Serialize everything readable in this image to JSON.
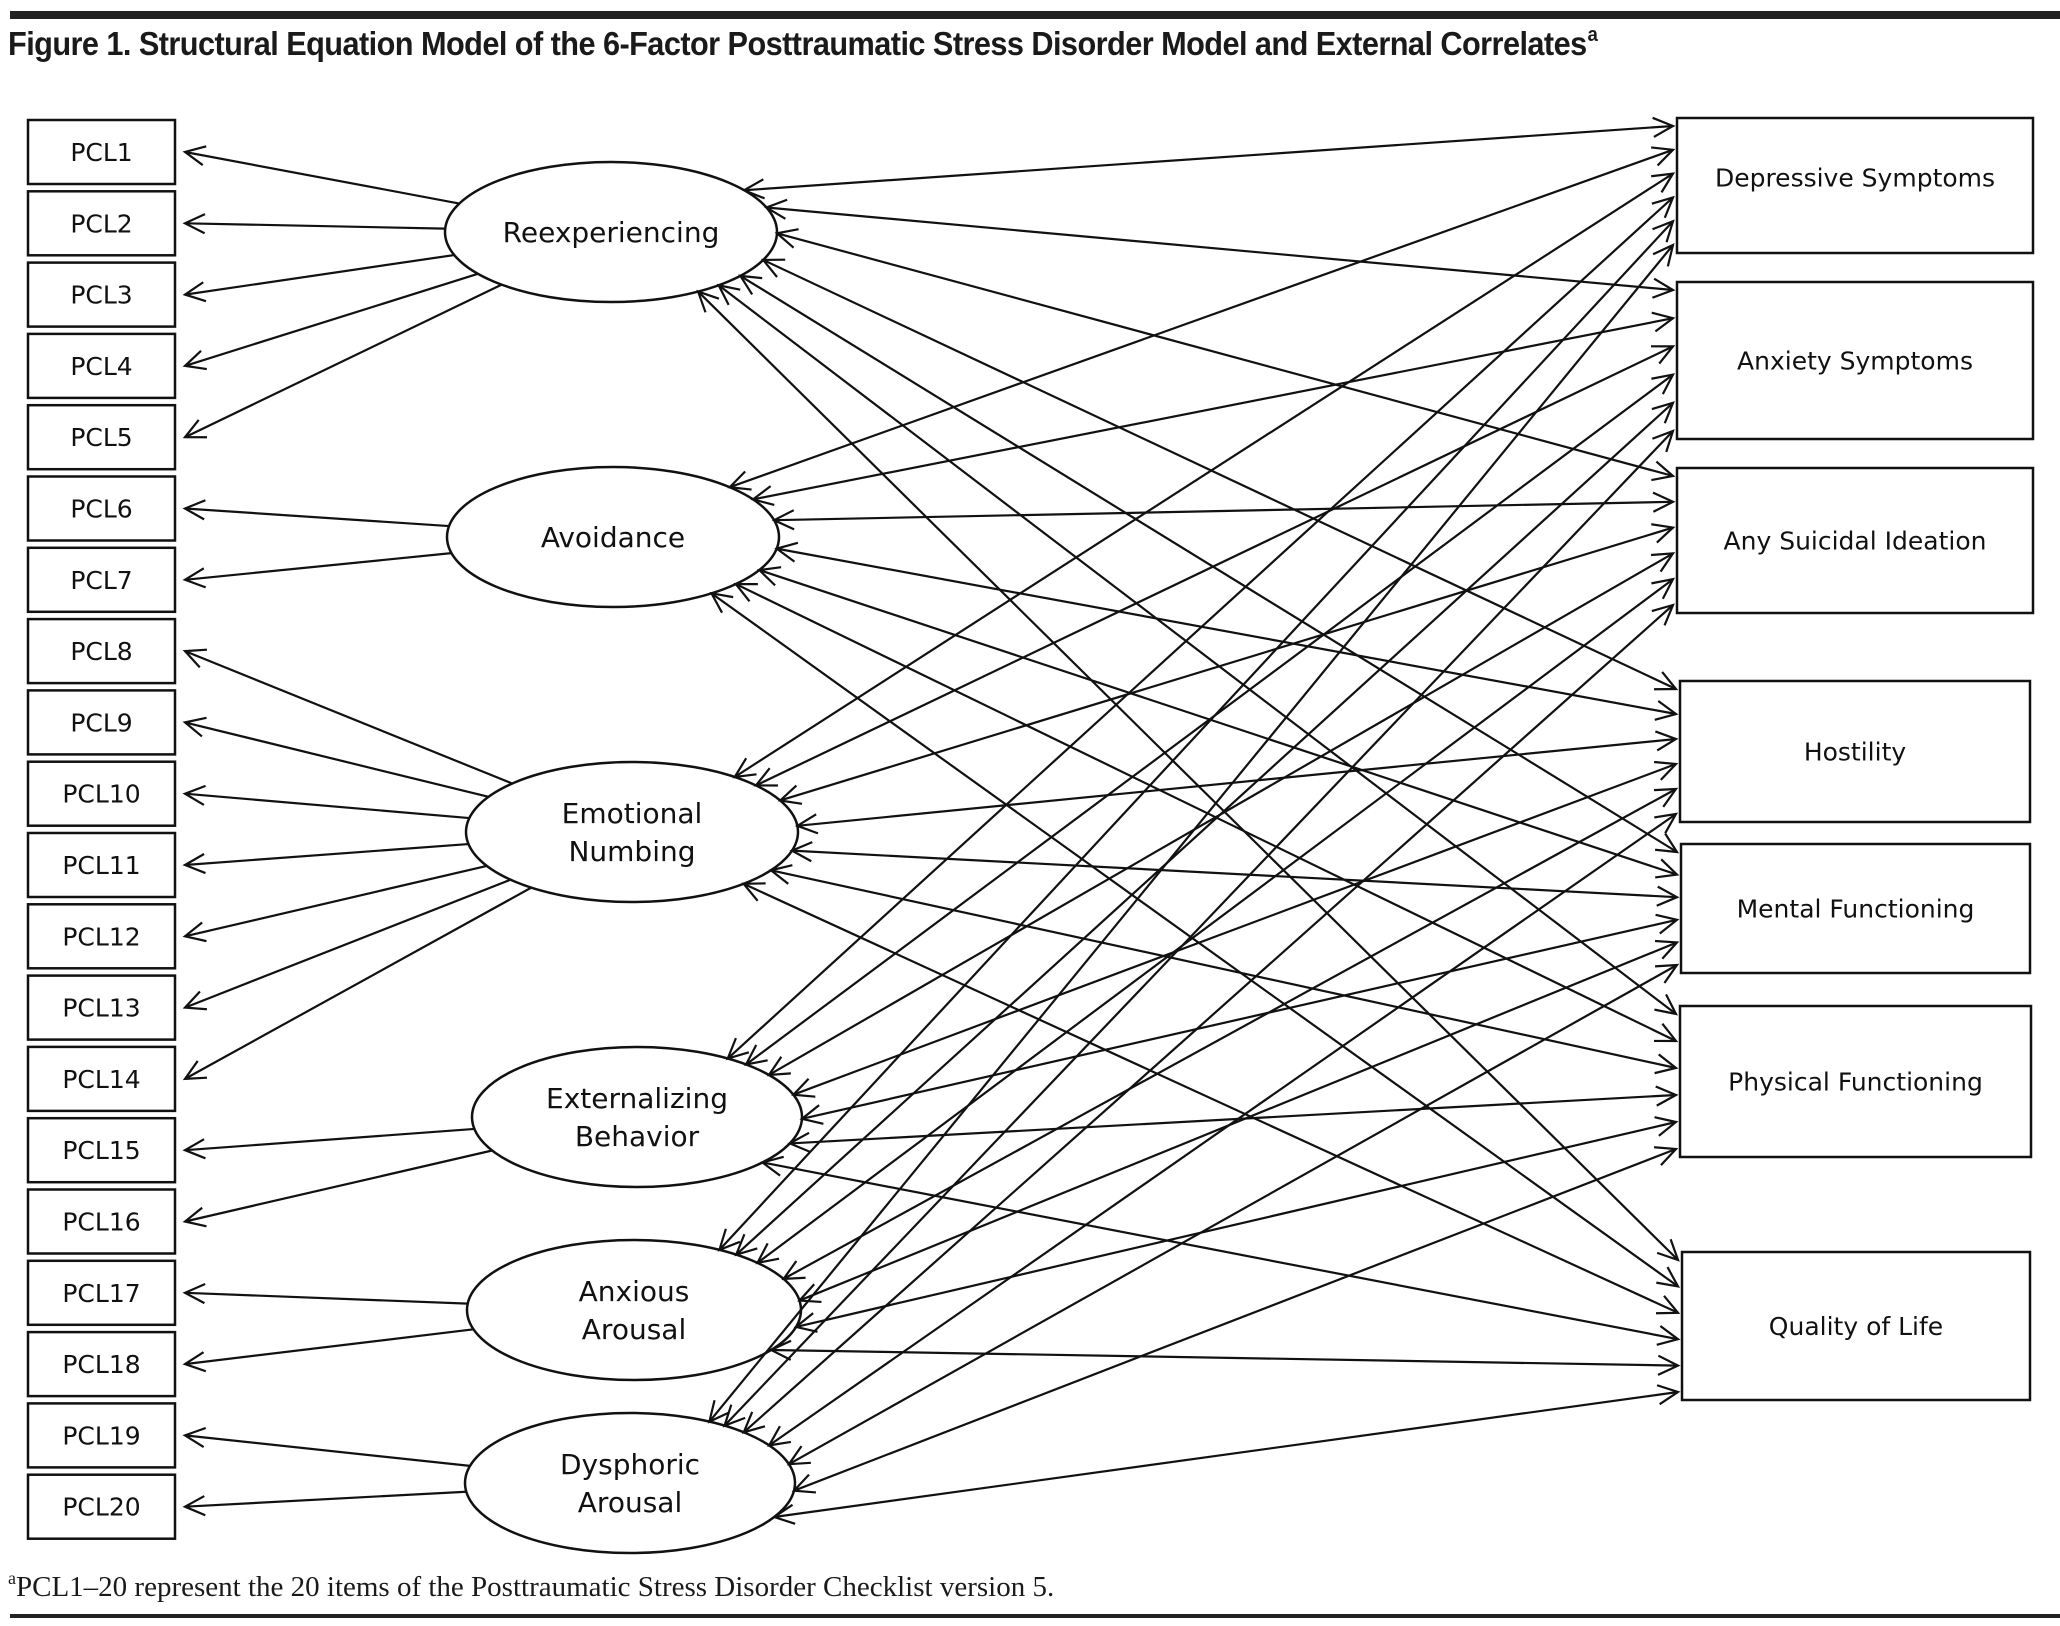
{
  "title": {
    "text": "Figure 1. Structural Equation Model of the 6-Factor Posttraumatic Stress Disorder Model and External Correlates",
    "superscript": "a"
  },
  "footnote": {
    "marker": "a",
    "text": "PCL1–20 represent the 20 items of the Posttraumatic Stress Disorder Checklist version 5."
  },
  "indicators": [
    "PCL1",
    "PCL2",
    "PCL3",
    "PCL4",
    "PCL5",
    "PCL6",
    "PCL7",
    "PCL8",
    "PCL9",
    "PCL10",
    "PCL11",
    "PCL12",
    "PCL13",
    "PCL14",
    "PCL15",
    "PCL16",
    "PCL17",
    "PCL18",
    "PCL19",
    "PCL20"
  ],
  "factors": [
    {
      "id": "reexperiencing",
      "lines": [
        "Reexperiencing"
      ],
      "indicators": [
        "PCL1",
        "PCL2",
        "PCL3",
        "PCL4",
        "PCL5"
      ]
    },
    {
      "id": "avoidance",
      "lines": [
        "Avoidance"
      ],
      "indicators": [
        "PCL6",
        "PCL7"
      ]
    },
    {
      "id": "emotional-numbing",
      "lines": [
        "Emotional",
        "Numbing"
      ],
      "indicators": [
        "PCL8",
        "PCL9",
        "PCL10",
        "PCL11",
        "PCL12",
        "PCL13",
        "PCL14"
      ]
    },
    {
      "id": "externalizing-behavior",
      "lines": [
        "Externalizing",
        "Behavior"
      ],
      "indicators": [
        "PCL15",
        "PCL16"
      ]
    },
    {
      "id": "anxious-arousal",
      "lines": [
        "Anxious",
        "Arousal"
      ],
      "indicators": [
        "PCL17",
        "PCL18"
      ]
    },
    {
      "id": "dysphoric-arousal",
      "lines": [
        "Dysphoric",
        "Arousal"
      ],
      "indicators": [
        "PCL19",
        "PCL20"
      ]
    }
  ],
  "outcomes": [
    {
      "id": "depressive-symptoms",
      "label": "Depressive Symptoms"
    },
    {
      "id": "anxiety-symptoms",
      "label": "Anxiety Symptoms"
    },
    {
      "id": "any-suicidal-ideation",
      "label": "Any Suicidal Ideation"
    },
    {
      "id": "hostility",
      "label": "Hostility"
    },
    {
      "id": "mental-functioning",
      "label": "Mental Functioning"
    },
    {
      "id": "physical-functioning",
      "label": "Physical Functioning"
    },
    {
      "id": "quality-of-life",
      "label": "Quality of Life"
    }
  ],
  "correlations": "each factor correlated (double-headed arrow) with every outcome",
  "colors": {
    "ink": "#111111",
    "background": "#ffffff"
  }
}
